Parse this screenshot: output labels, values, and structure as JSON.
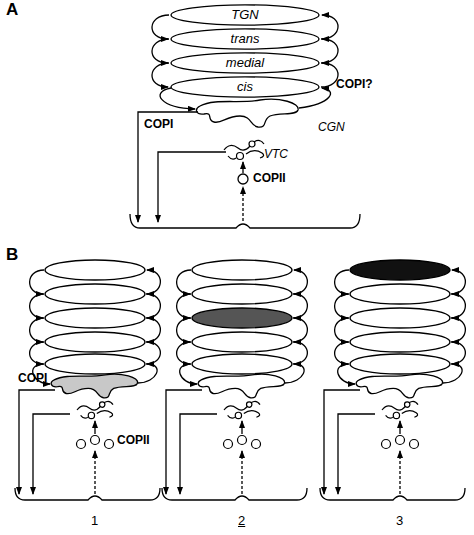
{
  "diagram": {
    "nodes": [
      {
        "text": [
          "TGN"
        ]
      },
      {
        "text": [
          "trans"
        ]
      },
      {
        "text": [
          "medial"
        ]
      },
      {
        "text": [
          "cis"
        ]
      }
    ],
    "edges": [
      {
        "from": 0,
        "to": 1,
        "arrow": "to"
      },
      {
        "from": 1,
        "to": 2,
        "arrow": "to"
      },
      {
        "from": 2,
        "to": 3,
        "arrow": "to"
      },
      {
        "from": 3,
        "to": 2,
        "arrow": "to"
      },
      {
        "from": 2,
        "to": 1,
        "arrow": "to"
      },
      {
        "from": 1,
        "to": 0,
        "arrow": "to"
      }
    ],
    "labels": [
      "A",
      "COPI?",
      "COPI",
      "CGN",
      "VTC",
      "COPII",
      "B",
      "COPI",
      "COPII",
      "1",
      "2",
      "3"
    ]
  }
}
